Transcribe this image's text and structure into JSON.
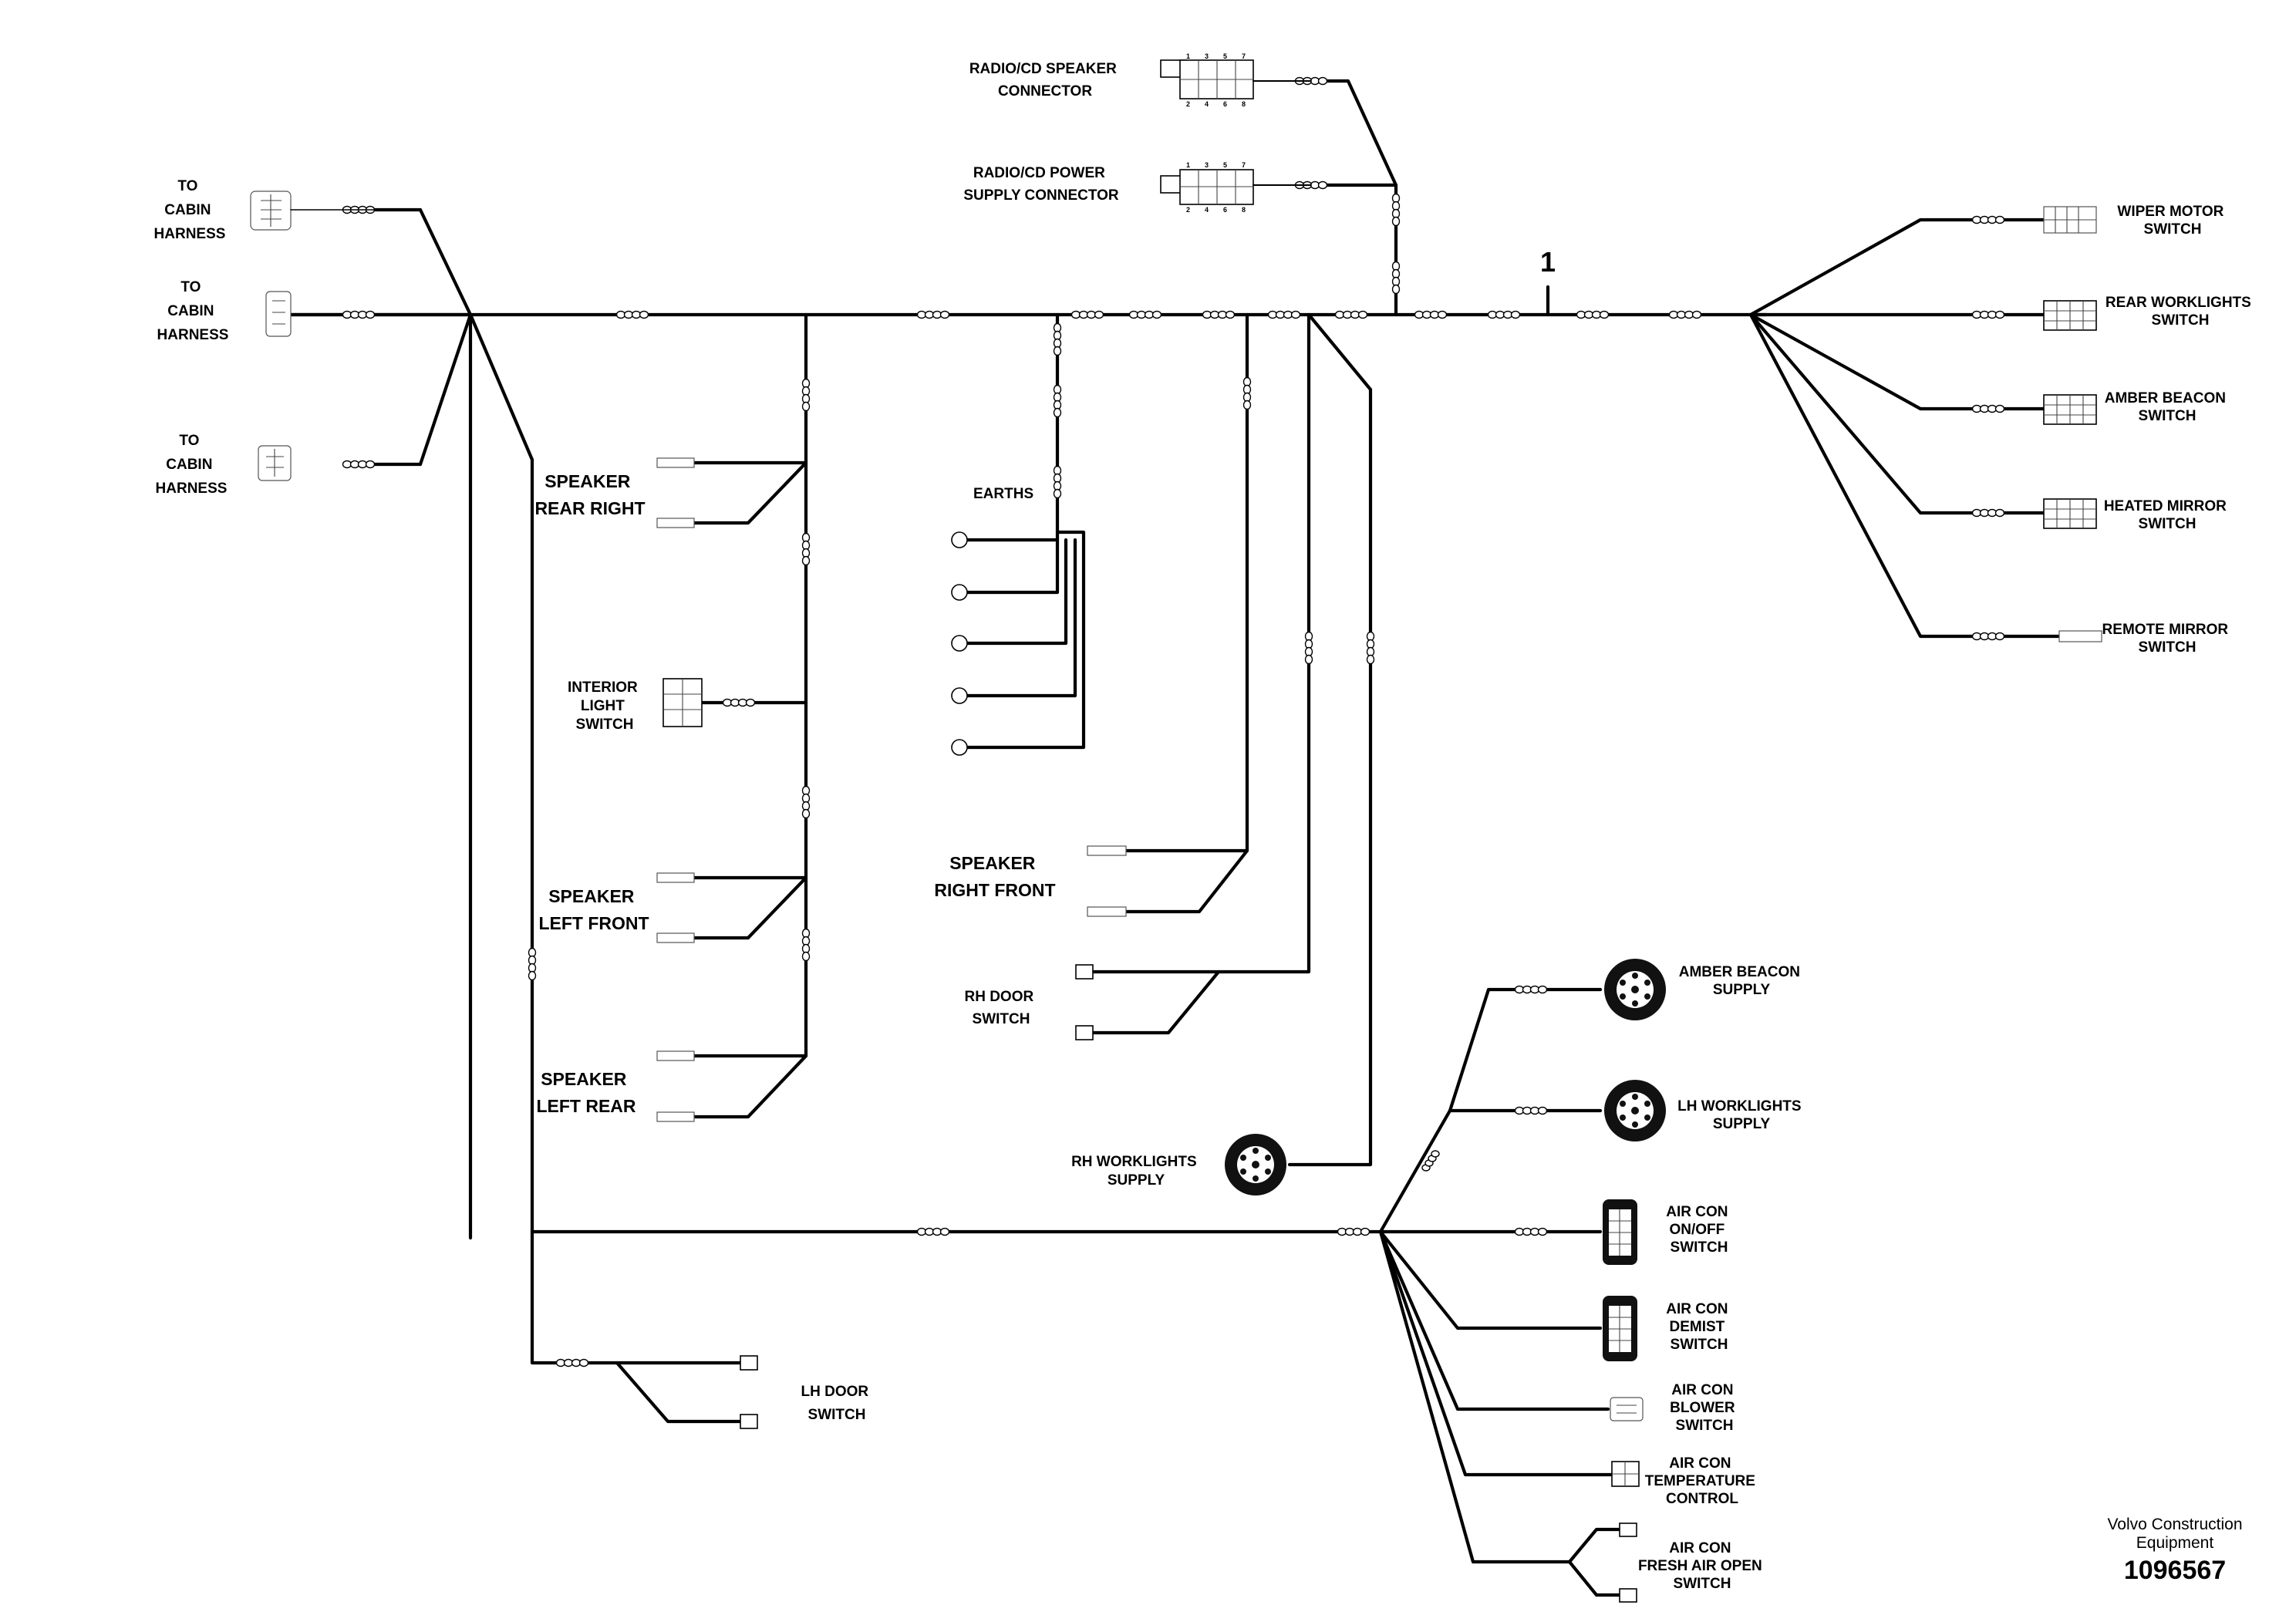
{
  "assembly_marker": "1",
  "labels": {
    "radio_speaker": [
      "RADIO/CD SPEAKER",
      "CONNECTOR"
    ],
    "radio_power": [
      "RADIO/CD POWER",
      "SUPPLY CONNECTOR"
    ],
    "cabin_harness_1": [
      "TO",
      "CABIN",
      "HARNESS"
    ],
    "cabin_harness_2": [
      "TO",
      "CABIN",
      "HARNESS"
    ],
    "cabin_harness_3": [
      "TO",
      "CABIN",
      "HARNESS"
    ],
    "speaker_rear_right": [
      "SPEAKER",
      "REAR RIGHT"
    ],
    "interior_light": [
      "INTERIOR",
      "LIGHT",
      "SWITCH"
    ],
    "speaker_left_front": [
      "SPEAKER",
      "LEFT FRONT"
    ],
    "speaker_left_rear": [
      "SPEAKER",
      "LEFT REAR"
    ],
    "earths": [
      "EARTHS"
    ],
    "speaker_right_front": [
      "SPEAKER",
      "RIGHT FRONT"
    ],
    "rh_door": [
      "RH DOOR",
      "SWITCH"
    ],
    "rh_worklights": [
      "RH WORKLIGHTS",
      "SUPPLY"
    ],
    "lh_door": [
      "LH DOOR",
      "SWITCH"
    ],
    "wiper_motor": [
      "WIPER MOTOR",
      "SWITCH"
    ],
    "rear_worklights": [
      "REAR WORKLIGHTS",
      "SWITCH"
    ],
    "amber_beacon_switch": [
      "AMBER BEACON",
      "SWITCH"
    ],
    "heated_mirror": [
      "HEATED MIRROR",
      "SWITCH"
    ],
    "remote_mirror": [
      "REMOTE MIRROR",
      "SWITCH"
    ],
    "amber_beacon_supply": [
      "AMBER BEACON",
      "SUPPLY"
    ],
    "lh_worklights": [
      "LH WORKLIGHTS",
      "SUPPLY"
    ],
    "aircon_onoff": [
      "AIR CON",
      "ON/OFF",
      "SWITCH"
    ],
    "aircon_demist": [
      "AIR CON",
      "DEMIST",
      "SWITCH"
    ],
    "aircon_blower": [
      "AIR CON",
      "BLOWER",
      "SWITCH"
    ],
    "aircon_temp": [
      "AIR CON",
      "TEMPERATURE",
      "CONTROL"
    ],
    "aircon_fresh": [
      "AIR CON",
      "FRESH AIR OPEN",
      "SWITCH"
    ]
  },
  "connector_pins": {
    "top_row": [
      "1",
      "3",
      "5",
      "7"
    ],
    "bottom_row": [
      "2",
      "4",
      "6",
      "8"
    ]
  },
  "footer": {
    "company_line1": "Volvo Construction",
    "company_line2": "Equipment",
    "part_number": "1096567"
  }
}
